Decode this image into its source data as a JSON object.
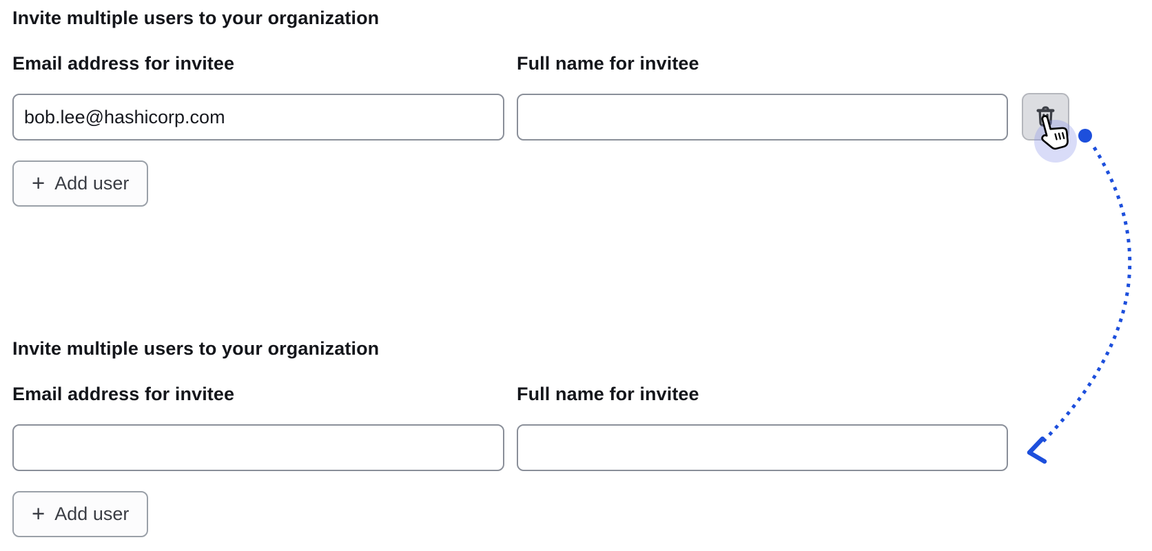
{
  "colors": {
    "accent_blue": "#1d4fdc",
    "input_border": "#8a8f99",
    "text_primary": "#14161b",
    "button_text": "#3a3d44",
    "delete_button_bg": "#dcdde1",
    "delete_button_border": "#b4b6bc",
    "trash_icon": "#3c3f46",
    "click_ripple": "rgba(141,148,235,0.33)"
  },
  "sections": [
    {
      "heading": "Invite multiple users to your organization",
      "email_label": "Email address for invitee",
      "name_label": "Full name for invitee",
      "email_value": "bob.lee@hashicorp.com",
      "name_value": "",
      "plus_glyph": "+",
      "add_user_label": "Add user"
    },
    {
      "heading": "Invite multiple users to your organization",
      "email_label": "Email address for invitee",
      "name_label": "Full name for invitee",
      "email_value": "",
      "name_value": "",
      "plus_glyph": "+",
      "add_user_label": "Add user"
    }
  ],
  "icons": {
    "delete": "trash-icon",
    "cursor": "hand-pointer-cursor",
    "arrow": "dotted-curved-arrow"
  }
}
